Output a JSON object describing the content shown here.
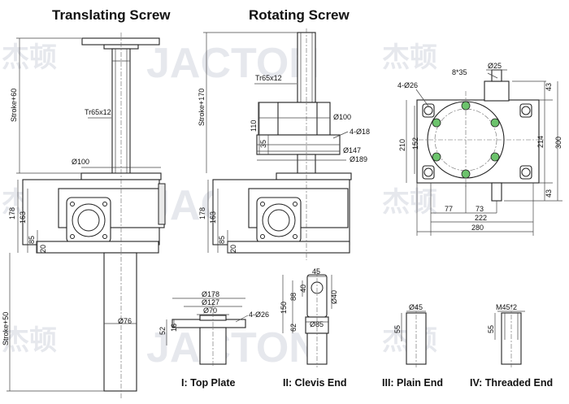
{
  "titles": {
    "translating": "Translating Screw",
    "rotating": "Rotating Screw"
  },
  "watermark": {
    "brand": "JACTON",
    "chinese": "杰顿"
  },
  "translating_labels": {
    "stroke_top": "Stroke+60",
    "stroke_bottom": "Stroke+50",
    "thread": "Tr65x12",
    "dia_flange": "Ø100",
    "dia_tube": "Ø76",
    "h178": "178",
    "h163": "163",
    "h85": "85",
    "h20": "20"
  },
  "rotating_labels": {
    "stroke": "Stroke+170",
    "thread": "Tr65x12",
    "dia100": "Ø100",
    "holes": "4-Ø18",
    "dia147": "Ø147",
    "dia189": "Ø189",
    "h110": "110",
    "h35": "35",
    "h178": "178",
    "h163": "163",
    "h85": "85",
    "h20": "20"
  },
  "side_view_labels": {
    "keyway": "8*35",
    "shaft_dia": "Ø25",
    "holes": "4-Ø26",
    "h43_top": "43",
    "h214": "214",
    "h300": "300",
    "h43_bottom": "43",
    "h210": "210",
    "h152": "152",
    "w77": "77",
    "w73": "73",
    "w222": "222",
    "w280": "280"
  },
  "end_fittings": {
    "top_plate": {
      "caption": "I: Top Plate",
      "d178": "Ø178",
      "d127": "Ø127",
      "d70": "Ø70",
      "holes": "4-Ø26",
      "h52": "52",
      "h16": "16"
    },
    "clevis_end": {
      "caption": "II: Clevis End",
      "w45": "45",
      "d40": "Ø40",
      "h40": "40",
      "h88": "88",
      "h150": "150",
      "h62": "62",
      "d85": "Ø85"
    },
    "plain_end": {
      "caption": "III: Plain End",
      "d45": "Ø45",
      "h55": "55"
    },
    "threaded_end": {
      "caption": "IV: Threaded End",
      "thread": "M45*2",
      "h55": "55"
    }
  }
}
